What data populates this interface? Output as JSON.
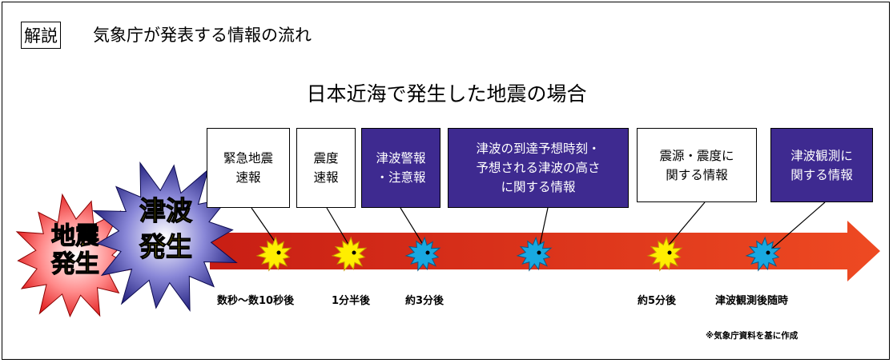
{
  "header": {
    "badge": "解説",
    "title": "気象庁が発表する情報の流れ"
  },
  "subtitle": "日本近海で発生した地震の場合",
  "bursts": {
    "earthquake": {
      "line1": "地震",
      "line2": "発生",
      "fill": "#e01818"
    },
    "tsunami": {
      "line1": "津波",
      "line2": "発生",
      "fill": "#1c1a78"
    }
  },
  "colors": {
    "arrow": "#e8391c",
    "warning_box": "#3e2a90",
    "yellow_marker": "#ffee00",
    "blue_marker": "#18a8e0",
    "label_text": "#ffee00"
  },
  "info_boxes": [
    {
      "lines": [
        "緊急地震",
        "速報"
      ],
      "style": "white",
      "marker": "yellow"
    },
    {
      "lines": [
        "震度",
        "速報"
      ],
      "style": "white",
      "marker": "yellow"
    },
    {
      "lines": [
        "津波警報",
        "・注意報"
      ],
      "style": "purple",
      "marker": "blue"
    },
    {
      "lines": [
        "津波の到達予想時刻・",
        "予想される津波の高さ",
        "に関する情報"
      ],
      "style": "purple",
      "marker": "blue"
    },
    {
      "lines": [
        "震源・震度に",
        "関する情報"
      ],
      "style": "white",
      "marker": "yellow"
    },
    {
      "lines": [
        "津波観測に",
        "関する情報"
      ],
      "style": "purple",
      "marker": "blue"
    }
  ],
  "timeline_labels": [
    "数秒～数10秒後",
    "1分半後",
    "約3分後",
    "約5分後",
    "津波観測後随時"
  ],
  "source_note": "※気象庁資料を基に作成"
}
